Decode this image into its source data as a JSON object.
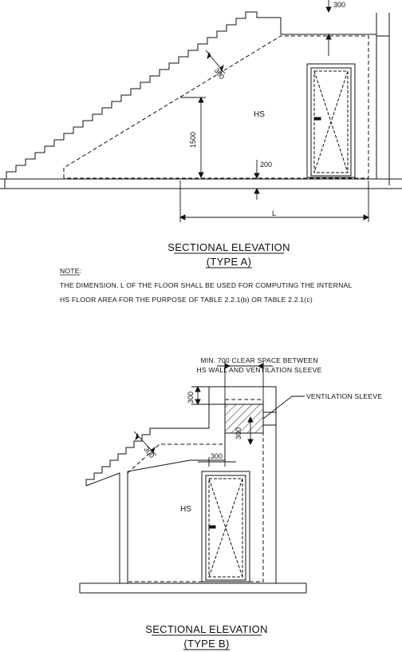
{
  "type_a": {
    "dim_top": "300",
    "dim_slab": "300",
    "dim_height": "1500",
    "dim_floor": "200",
    "dim_length": "L",
    "room_label": "HS",
    "title_line1": "SECTIONAL ELEVATION",
    "title_line2": "(TYPE A)",
    "note_heading": "NOTE:",
    "note_line1": "THE DIMENSION, L OF THE FLOOR SHALL BE USED FOR COMPUTING THE INTERNAL",
    "note_line2": "HS FLOOR AREA FOR THE PURPOSE OF TABLE 2.2.1(b) OR TABLE 2.2.1(c)"
  },
  "type_b": {
    "clear_space_line1": "MIN. 700 CLEAR SPACE BETWEEN",
    "clear_space_line2": "HS WALL AND VENTILATION SLEEVE",
    "sleeve_label": "VENTILATION SLEEVE",
    "dim_top_left": "300",
    "dim_sleeve": "300",
    "dim_slab": "300",
    "dim_wall": "300",
    "room_label": "HS",
    "title_line1": "SECTIONAL ELEVATION",
    "title_line2": "(TYPE B)"
  }
}
